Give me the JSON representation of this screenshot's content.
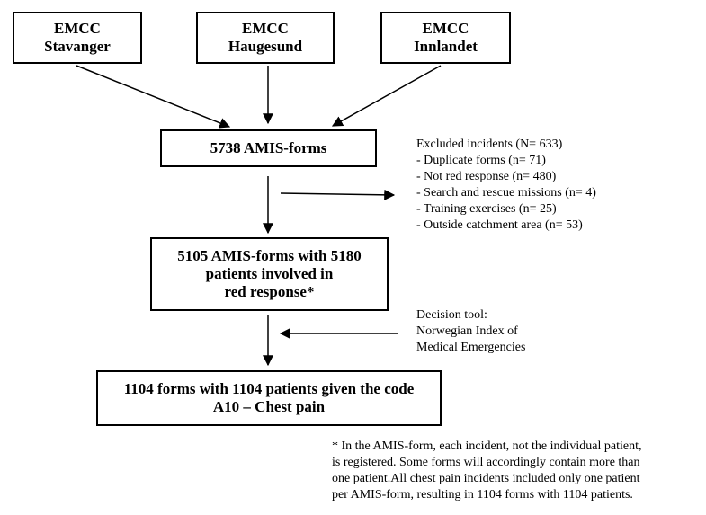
{
  "sources": [
    {
      "line1": "EMCC",
      "line2": "Stavanger"
    },
    {
      "line1": "EMCC",
      "line2": "Haugesund"
    },
    {
      "line1": "EMCC",
      "line2": "Innlandet"
    }
  ],
  "forms_box": {
    "text": "5738 AMIS-forms"
  },
  "excluded": {
    "title": "Excluded incidents (N= 633)",
    "items": [
      "- Duplicate forms (n= 71)",
      "- Not red response (n= 480)",
      "- Search and rescue missions (n= 4)",
      "- Training exercises (n= 25)",
      "- Outside catchment area (n= 53)"
    ]
  },
  "red_box": {
    "lines": [
      "5105 AMIS-forms with 5180",
      "patients involved in",
      "red response*"
    ]
  },
  "decision": {
    "lines": [
      "Decision tool:",
      "Norwegian Index of",
      "Medical Emergencies"
    ]
  },
  "final_box": {
    "lines": [
      "1104 forms with 1104 patients given the code",
      "A10 – Chest pain"
    ]
  },
  "footnote": {
    "lines": [
      "* In the AMIS-form, each incident, not the individual patient,",
      "is registered. Some forms will accordingly contain more than",
      "one patient.All chest pain incidents included only one patient",
      "per AMIS-form, resulting in 1104 forms with 1104 patients."
    ]
  }
}
